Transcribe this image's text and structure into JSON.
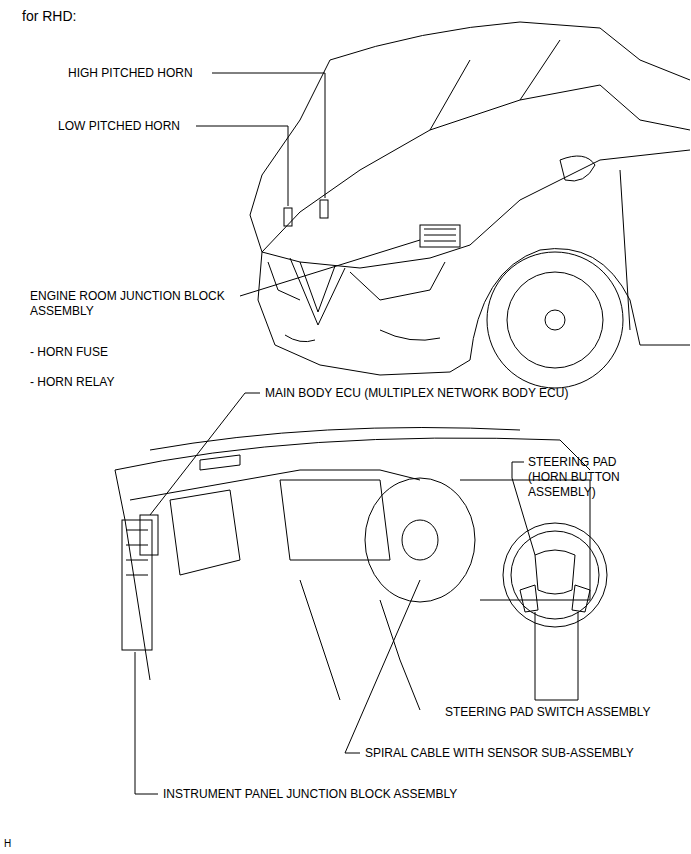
{
  "diagram": {
    "title": "for RHD:",
    "labels": [
      "HIGH PITCHED HORN",
      "LOW PITCHED HORN",
      "ENGINE ROOM JUNCTION BLOCK ASSEMBLY",
      "- HORN FUSE",
      "- HORN RELAY",
      "MAIN BODY ECU (MULTIPLEX NETWORK BODY ECU)",
      "STEERING PAD (HORN BUTTON ASSEMBLY)",
      "STEERING PAD SWITCH ASSEMBLY",
      "SPIRAL CABLE WITH SENSOR SUB-ASSEMBLY",
      "INSTRUMENT PANEL JUNCTION BLOCK ASSEMBLY",
      "H"
    ]
  }
}
